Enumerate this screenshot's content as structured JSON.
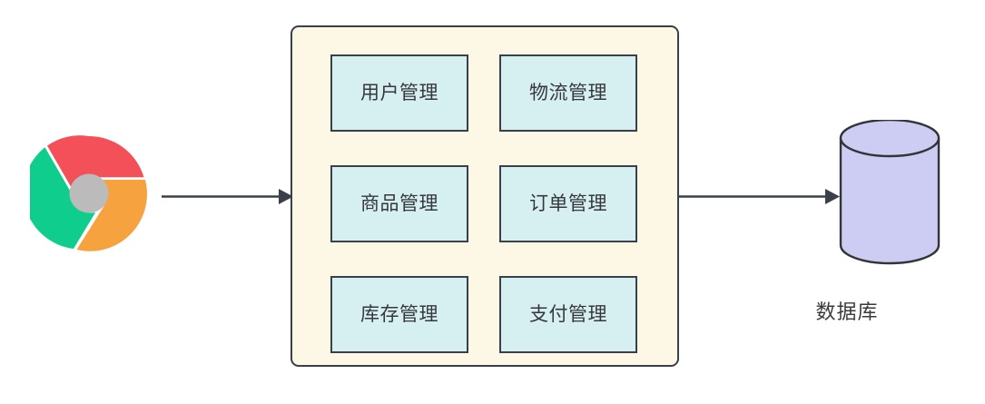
{
  "diagram": {
    "type": "architecture-flow",
    "title": "",
    "background_color": "#ffffff",
    "nodes": {
      "browser": {
        "icon_name": "chrome-browser-icon",
        "label": "",
        "colors": {
          "red": "#F4505A",
          "green": "#0FCE8D",
          "orange": "#F6A23F",
          "center": "#BBBBBB",
          "gap": "#FFFFFF"
        }
      },
      "application": {
        "label": "",
        "fill": "#FDF8E5",
        "stroke": "#3A4049",
        "modules": [
          {
            "id": "user-management",
            "label": "用户管理",
            "row": 0,
            "col": 0
          },
          {
            "id": "logistics-management",
            "label": "物流管理",
            "row": 0,
            "col": 1
          },
          {
            "id": "product-management",
            "label": "商品管理",
            "row": 1,
            "col": 0
          },
          {
            "id": "order-management",
            "label": "订单管理",
            "row": 1,
            "col": 1
          },
          {
            "id": "inventory-management",
            "label": "库存管理",
            "row": 2,
            "col": 0
          },
          {
            "id": "payment-management",
            "label": "支付管理",
            "row": 2,
            "col": 1
          }
        ],
        "module_fill": "#D6EFF1",
        "module_stroke": "#3A4049",
        "module_text_color": "#35383D"
      },
      "database": {
        "label": "数据库",
        "icon_name": "database-cylinder-icon",
        "fill": "#CDCDF3",
        "stroke": "#33343A",
        "label_color": "#3A3A3A"
      }
    },
    "connectors": [
      {
        "id": "browser-to-application",
        "from": "browser",
        "to": "application",
        "label": "",
        "color": "#3A4049",
        "direction": "right"
      },
      {
        "id": "application-to-database",
        "from": "application",
        "to": "database",
        "label": "",
        "color": "#3A4049",
        "direction": "right"
      }
    ]
  }
}
